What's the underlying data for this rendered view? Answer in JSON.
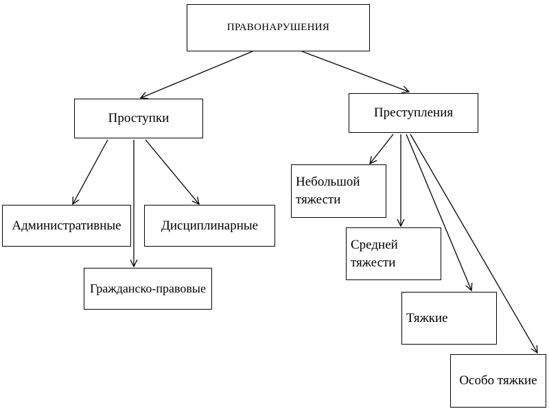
{
  "diagram": {
    "root": {
      "label": "ПРАВОНАРУШЕНИЯ"
    },
    "left_branch": {
      "label": "Проступки",
      "children": [
        {
          "label": "Административные"
        },
        {
          "label": "Дисциплинарные"
        },
        {
          "label": "Гражданско-правовые"
        }
      ]
    },
    "right_branch": {
      "label": "Преступления",
      "children": [
        {
          "label": "Небольшой\nтяжести"
        },
        {
          "label": "Средней\nтяжести"
        },
        {
          "label": "Тяжкие"
        },
        {
          "label": "Особо тяжкие"
        }
      ]
    },
    "colors": {
      "line": "#000000",
      "box_border": "#000000",
      "background": "#ffffff"
    }
  }
}
